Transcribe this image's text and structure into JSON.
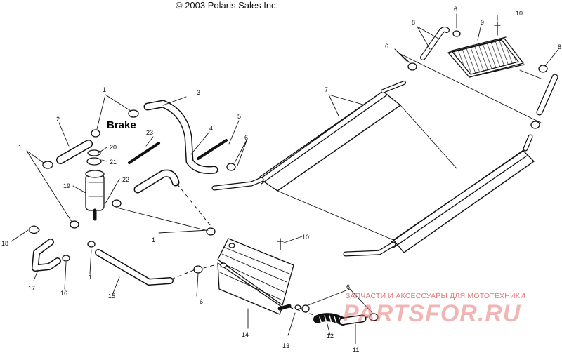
{
  "header": {
    "copyright": "© 2003 Polaris Sales Inc."
  },
  "annotations": {
    "brake": "Brake"
  },
  "watermark": {
    "tagline": "ЗАПЧАСТИ И АКСЕССУАРЫ ДЛЯ МОТОТЕХНИКИ",
    "logo": "PARTSFOR.RU",
    "color": "#e07a78"
  },
  "callouts": {
    "c1a": "1",
    "c1b": "1",
    "c1c": "1",
    "c2": "2",
    "c3": "3",
    "c4": "4",
    "c5": "5",
    "c6a": "6",
    "c6b": "6",
    "c6c": "6",
    "c6d": "6",
    "c6e": "6",
    "c7": "7",
    "c8a": "8",
    "c8b": "8",
    "c9": "9",
    "c10a": "10",
    "c10b": "10",
    "c11": "11",
    "c12": "12",
    "c13": "13",
    "c14": "14",
    "c15": "15",
    "c16": "16",
    "c17": "17",
    "c18": "18",
    "c19": "19",
    "c20": "20",
    "c21": "21",
    "c22": "22",
    "c23": "23"
  }
}
